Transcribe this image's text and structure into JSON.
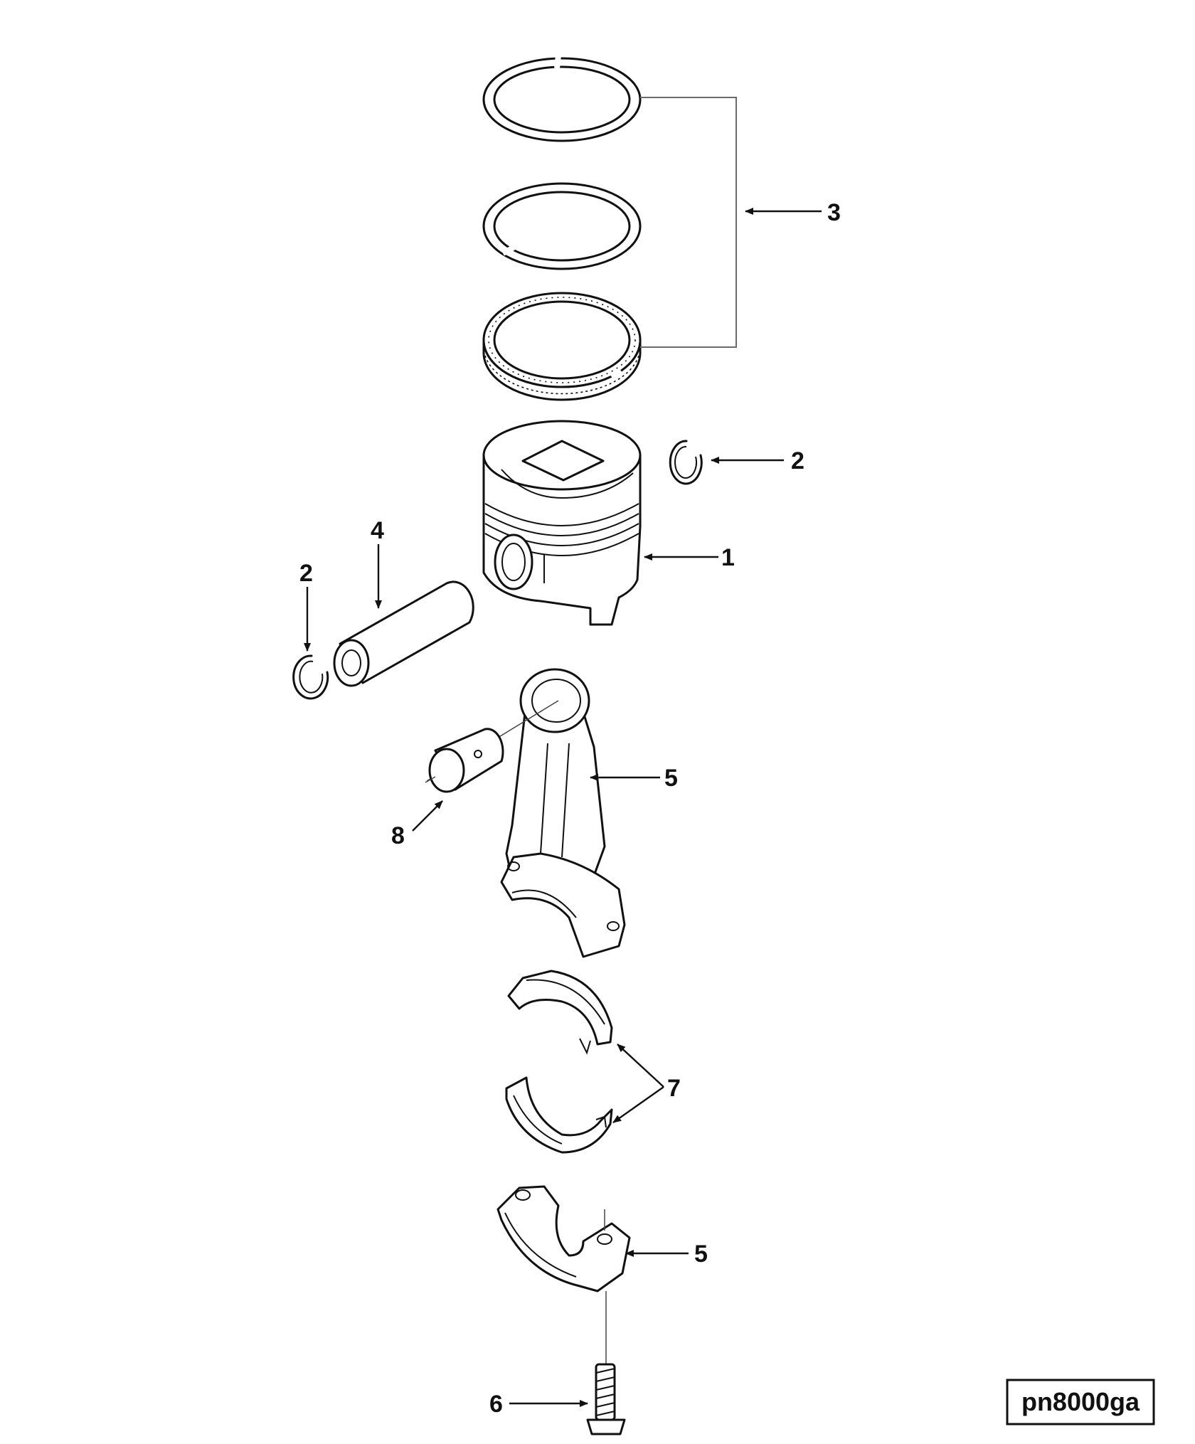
{
  "figure_id": "pn8000ga",
  "callouts": {
    "rings": "3",
    "retainer_right": "2",
    "piston": "1",
    "pin": "4",
    "retainer_left": "2",
    "rod": "5",
    "bushing": "8",
    "bearings": "7",
    "cap": "5",
    "capscrew": "6"
  },
  "colors": {
    "ink": "#111111",
    "bracket": "#6a6a6a",
    "paper": "#ffffff"
  }
}
